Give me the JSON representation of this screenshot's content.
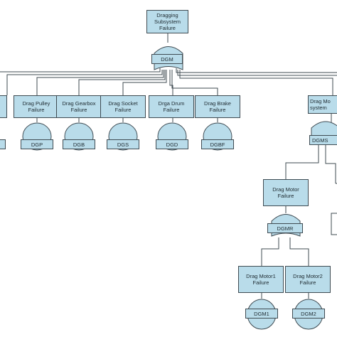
{
  "colors": {
    "fill": "#b9dcea",
    "stroke": "#3f4b52",
    "text": "#1e2a30"
  },
  "nodes": {
    "top": {
      "label": "Dragging Subsystem Failure",
      "gate": "DGM"
    },
    "drag_pulley": {
      "label": "Drag Pulley Failure",
      "gate": "DGP"
    },
    "drag_gearbox": {
      "label": "Drag Gearbox Failure",
      "gate": "DGB"
    },
    "drag_socket": {
      "label": "Drag Socket Failure",
      "gate": "DGS"
    },
    "drga_drum": {
      "label": "Drga Drum Failure",
      "gate": "DGD"
    },
    "drag_brake": {
      "label": "Drag Brake Failure",
      "gate": "DGBF"
    },
    "drag_motor_system": {
      "label": "Drag Mo system",
      "gate": "DGMS"
    },
    "drag_motor": {
      "label": "Drag Motor Failure",
      "gate": "DGMR"
    },
    "drag_motor1": {
      "label": "Drag Motor1 Failure",
      "gate": "DGM1"
    },
    "drag_motor2": {
      "label": "Drag Motor2 Failure",
      "gate": "DGM2"
    }
  }
}
